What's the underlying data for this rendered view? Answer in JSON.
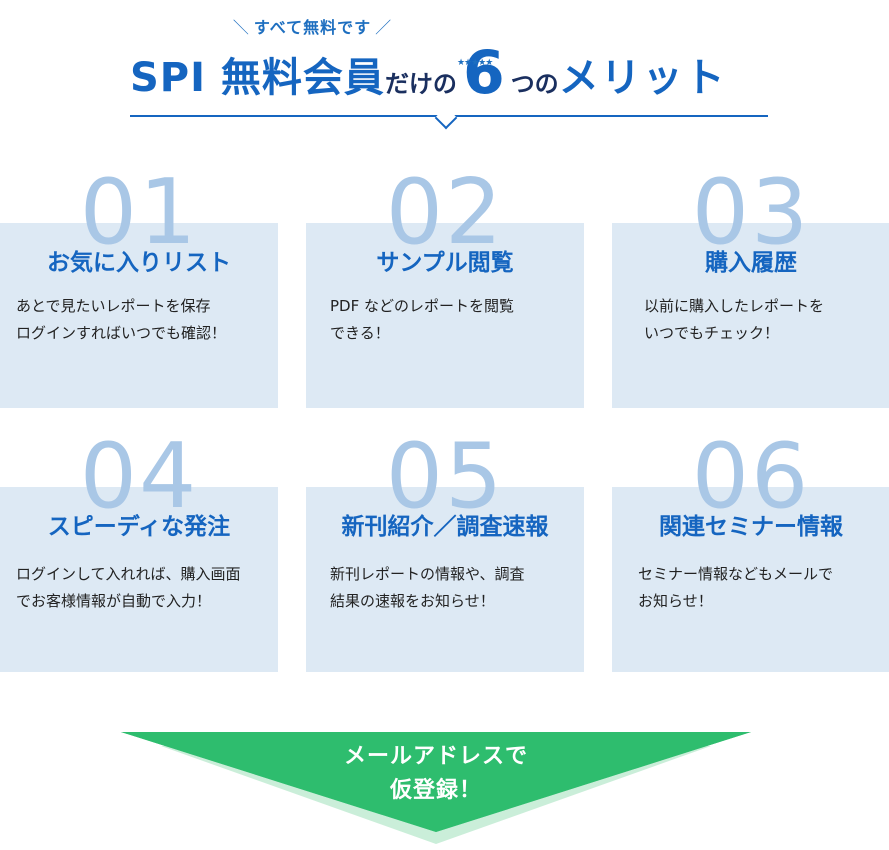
{
  "header": {
    "subtitle": "すべて無料です",
    "title_main": "SPI 無料会員",
    "title_connector": "だけの",
    "title_count": "6",
    "title_counter_suffix": "つの",
    "title_merit": "メリット"
  },
  "cards": [
    {
      "num": "01",
      "title": "お気に入りリスト",
      "lines": [
        "あとで見たいレポートを保存",
        "ログインすればいつでも確認！"
      ]
    },
    {
      "num": "02",
      "title": "サンプル閲覧",
      "lines": [
        "PDF などのレポートを閲覧",
        "できる！"
      ]
    },
    {
      "num": "03",
      "title": "購入履歴",
      "lines": [
        "以前に購入したレポートを",
        "いつでもチェック！"
      ]
    },
    {
      "num": "04",
      "title": "スピーディな発注",
      "lines": [
        "ログインして入れれば、購入画面",
        "でお客様情報が自動で入力！"
      ]
    },
    {
      "num": "05",
      "title": "新刊紹介／調査速報",
      "lines": [
        "新刊レポートの情報や、調査",
        "結果の速報をお知らせ！"
      ]
    },
    {
      "num": "06",
      "title": "関連セミナー情報",
      "lines": [
        "セミナー情報などもメールで",
        "お知らせ！"
      ]
    }
  ],
  "cta": {
    "line1": "メールアドレスで",
    "line2": "仮登録！"
  },
  "colors": {
    "primary": "#1565c0",
    "card_bg": "#dde9f4",
    "number": "#a9c7e6",
    "cta_green": "#2ebd6e",
    "cta_green_light": "#9fe0b9"
  }
}
